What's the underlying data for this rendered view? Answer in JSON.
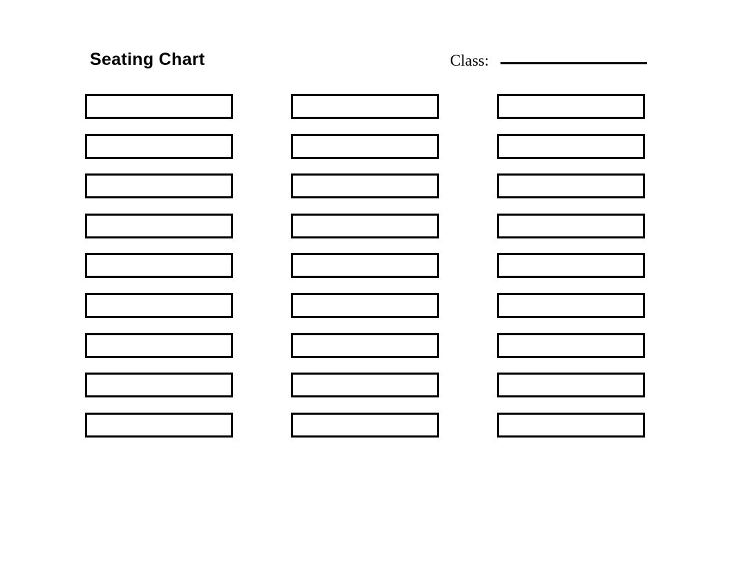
{
  "document": {
    "title": "Seating Chart",
    "background_color": "#ffffff",
    "ink_color": "#000000"
  },
  "header": {
    "title": "Seating Chart",
    "class_field": {
      "label": "Class:",
      "value": "",
      "placeholder": ""
    }
  },
  "seat_grid": {
    "columns": 3,
    "rows": 9,
    "total_seats": 27,
    "seats": [
      {
        "row": 1,
        "column": 1,
        "label": ""
      },
      {
        "row": 1,
        "column": 2,
        "label": ""
      },
      {
        "row": 1,
        "column": 3,
        "label": ""
      },
      {
        "row": 2,
        "column": 1,
        "label": ""
      },
      {
        "row": 2,
        "column": 2,
        "label": ""
      },
      {
        "row": 2,
        "column": 3,
        "label": ""
      },
      {
        "row": 3,
        "column": 1,
        "label": ""
      },
      {
        "row": 3,
        "column": 2,
        "label": ""
      },
      {
        "row": 3,
        "column": 3,
        "label": ""
      },
      {
        "row": 4,
        "column": 1,
        "label": ""
      },
      {
        "row": 4,
        "column": 2,
        "label": ""
      },
      {
        "row": 4,
        "column": 3,
        "label": ""
      },
      {
        "row": 5,
        "column": 1,
        "label": ""
      },
      {
        "row": 5,
        "column": 2,
        "label": ""
      },
      {
        "row": 5,
        "column": 3,
        "label": ""
      },
      {
        "row": 6,
        "column": 1,
        "label": ""
      },
      {
        "row": 6,
        "column": 2,
        "label": ""
      },
      {
        "row": 6,
        "column": 3,
        "label": ""
      },
      {
        "row": 7,
        "column": 1,
        "label": ""
      },
      {
        "row": 7,
        "column": 2,
        "label": ""
      },
      {
        "row": 7,
        "column": 3,
        "label": ""
      },
      {
        "row": 8,
        "column": 1,
        "label": ""
      },
      {
        "row": 8,
        "column": 2,
        "label": ""
      },
      {
        "row": 8,
        "column": 3,
        "label": ""
      },
      {
        "row": 9,
        "column": 1,
        "label": ""
      },
      {
        "row": 9,
        "column": 2,
        "label": ""
      },
      {
        "row": 9,
        "column": 3,
        "label": ""
      }
    ]
  }
}
